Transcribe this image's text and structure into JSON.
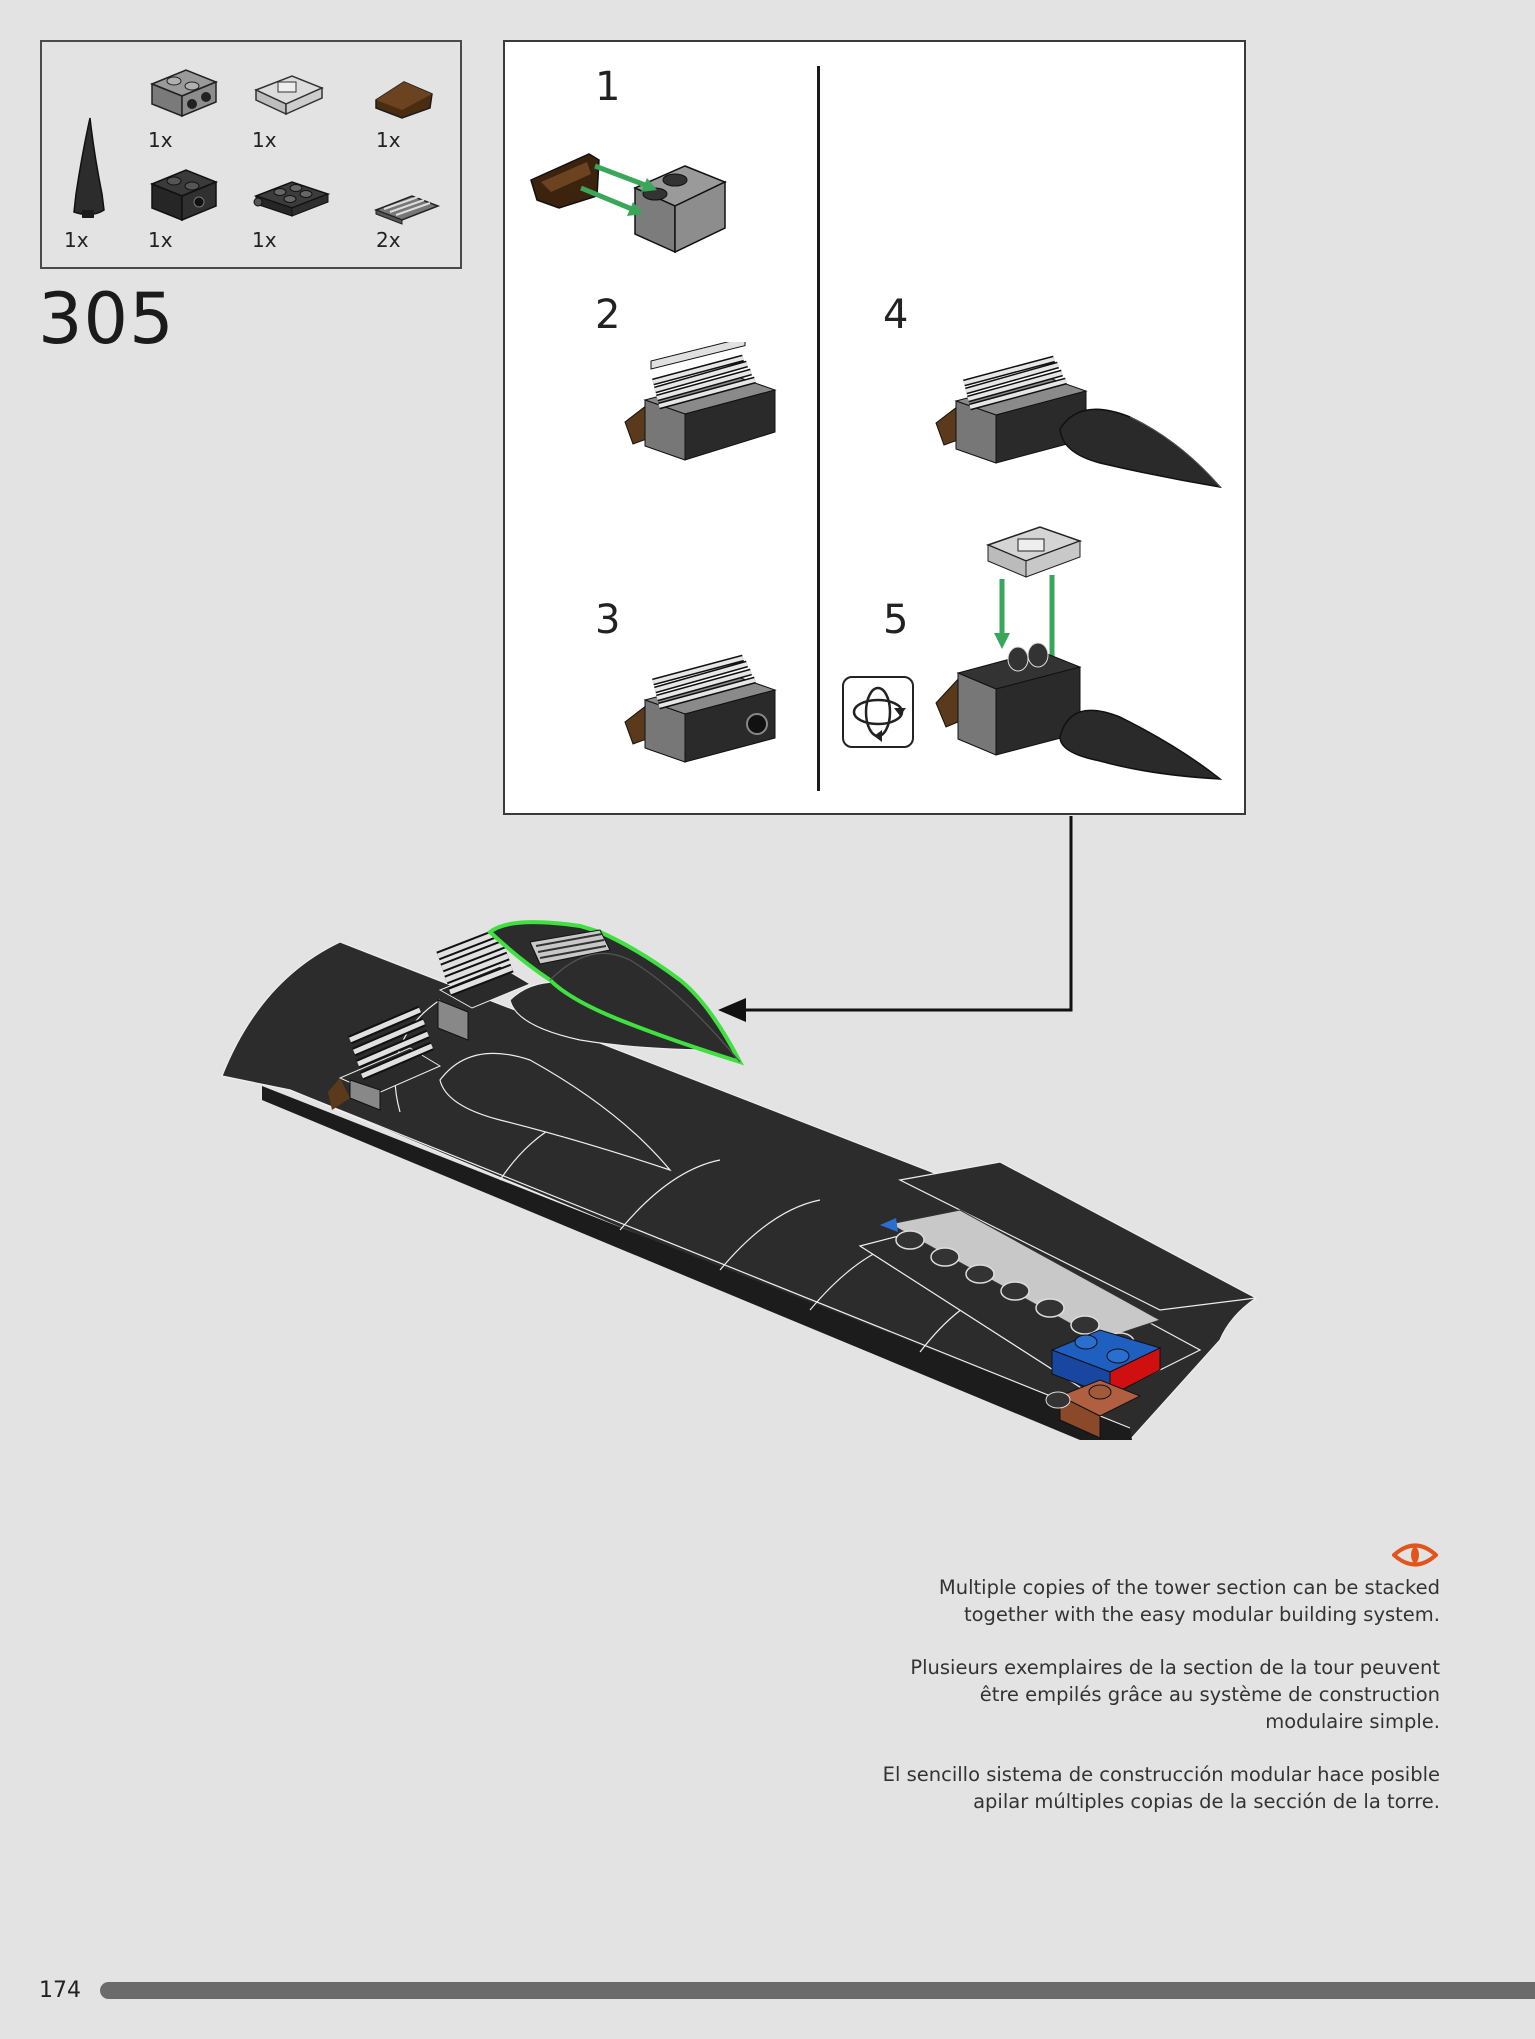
{
  "parts_list": [
    {
      "name": "slope-curved-brick",
      "qty": "1x"
    },
    {
      "name": "brick-1x2-with-holes",
      "qty": "1x"
    },
    {
      "name": "plate-modified-with-handle",
      "qty": "1x"
    },
    {
      "name": "tile-slope-brown",
      "qty": "1x"
    },
    {
      "name": "technic-brick-1x2",
      "qty": "1x"
    },
    {
      "name": "plate-2x2-with-pins",
      "qty": "1x"
    },
    {
      "name": "grille-tile-1x2",
      "qty": "2x"
    }
  ],
  "step_number": "305",
  "substeps": [
    "1",
    "2",
    "3",
    "4",
    "5"
  ],
  "colors": {
    "arrow_green": "#3aa65a",
    "highlight_green": "#3fe03f",
    "brick_dark": "#2c2c2c",
    "brick_grey": "#8a8a8a",
    "brick_brown": "#5a3a1a",
    "brick_blue": "#1f5fc0",
    "brick_red": "#d01010",
    "eye_icon": "#e2541b",
    "progress_bar": "#6b6b6b"
  },
  "info_text": {
    "en_line1": "Multiple copies of the tower section can be stacked",
    "en_line2": "together with the easy modular building system.",
    "fr_line1": "Plusieurs exemplaires de la section de la tour peuvent",
    "fr_line2": "être empilés grâce au système de construction",
    "fr_line3": "modulaire simple.",
    "es_line1": "El sencillo sistema de construcción modular hace posible",
    "es_line2": "apilar múltiples copias de la sección de la torre."
  },
  "page_number": "174"
}
